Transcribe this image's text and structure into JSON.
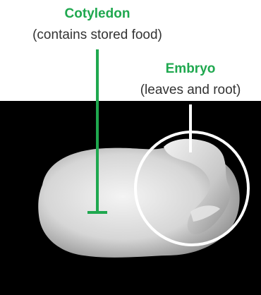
{
  "labels": {
    "cotyledon": {
      "title": "Cotyledon",
      "description": "(contains stored food)"
    },
    "embryo": {
      "title": "Embryo",
      "description": "(leaves and root)"
    }
  },
  "colors": {
    "label_title": "#1fa84f",
    "cotyledon_leader": "#1fa84f",
    "embryo_leader": "#ffffff",
    "photo_background": "#000000"
  }
}
